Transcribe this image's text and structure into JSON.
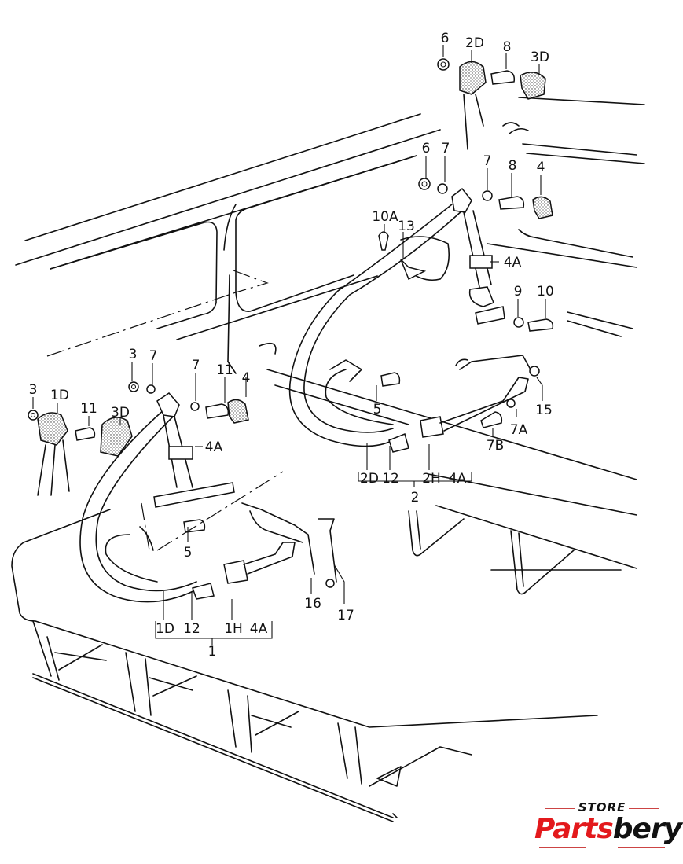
{
  "diagram": {
    "title": "Rear seat belts exploded parts diagram",
    "callouts": [
      {
        "id": "c-6-top",
        "text": "6"
      },
      {
        "id": "c-2D-top",
        "text": "2D"
      },
      {
        "id": "c-8-top",
        "text": "8"
      },
      {
        "id": "c-3D-top",
        "text": "3D"
      },
      {
        "id": "c-6-mid",
        "text": "6"
      },
      {
        "id": "c-7-mid-a",
        "text": "7"
      },
      {
        "id": "c-7-mid-b",
        "text": "7"
      },
      {
        "id": "c-8-mid",
        "text": "8"
      },
      {
        "id": "c-4-mid",
        "text": "4"
      },
      {
        "id": "c-10A",
        "text": "10A"
      },
      {
        "id": "c-13",
        "text": "13"
      },
      {
        "id": "c-4A-right",
        "text": "4A"
      },
      {
        "id": "c-9",
        "text": "9"
      },
      {
        "id": "c-10",
        "text": "10"
      },
      {
        "id": "c-3-left-a",
        "text": "3"
      },
      {
        "id": "c-7-left-a",
        "text": "7"
      },
      {
        "id": "c-7-left-b",
        "text": "7"
      },
      {
        "id": "c-11-left-a",
        "text": "11"
      },
      {
        "id": "c-4-left",
        "text": "4"
      },
      {
        "id": "c-3-left-b",
        "text": "3"
      },
      {
        "id": "c-1D-top",
        "text": "1D"
      },
      {
        "id": "c-11-left-b",
        "text": "11"
      },
      {
        "id": "c-3D-left",
        "text": "3D"
      },
      {
        "id": "c-4A-left",
        "text": "4A"
      },
      {
        "id": "c-5-right",
        "text": "5"
      },
      {
        "id": "c-15",
        "text": "15"
      },
      {
        "id": "c-7A",
        "text": "7A"
      },
      {
        "id": "c-7B",
        "text": "7B"
      },
      {
        "id": "c-2D-bottom",
        "text": "2D"
      },
      {
        "id": "c-12-right",
        "text": "12"
      },
      {
        "id": "c-2H",
        "text": "2H"
      },
      {
        "id": "c-4A-group2",
        "text": "4A"
      },
      {
        "id": "c-2",
        "text": "2"
      },
      {
        "id": "c-5-left",
        "text": "5"
      },
      {
        "id": "c-16",
        "text": "16"
      },
      {
        "id": "c-17",
        "text": "17"
      },
      {
        "id": "c-1D-bottom",
        "text": "1D"
      },
      {
        "id": "c-12-left",
        "text": "12"
      },
      {
        "id": "c-1H",
        "text": "1H"
      },
      {
        "id": "c-4A-group1",
        "text": "4A"
      },
      {
        "id": "c-1",
        "text": "1"
      }
    ]
  },
  "logo": {
    "store": "STORE",
    "brand_red": "Parts",
    "brand_black": "bery",
    "colors": {
      "red": "#e3191c",
      "black": "#111111"
    }
  }
}
